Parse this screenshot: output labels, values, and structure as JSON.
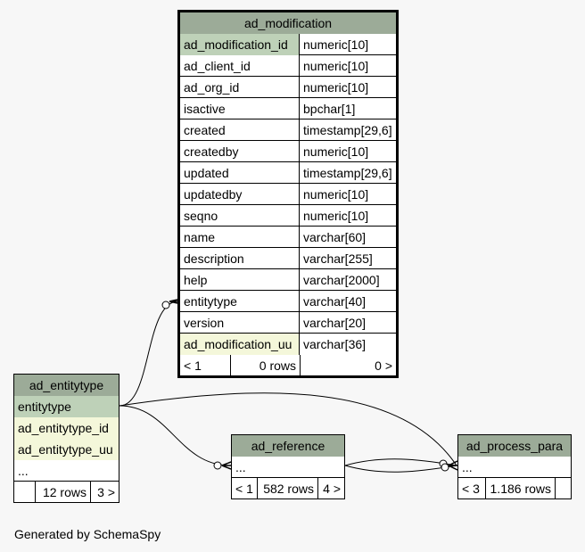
{
  "footer_text": "Generated by SchemaSpy",
  "ad_modification": {
    "title": "ad_modification",
    "columns": [
      {
        "name": "ad_modification_id",
        "type": "numeric[10]"
      },
      {
        "name": "ad_client_id",
        "type": "numeric[10]"
      },
      {
        "name": "ad_org_id",
        "type": "numeric[10]"
      },
      {
        "name": "isactive",
        "type": "bpchar[1]"
      },
      {
        "name": "created",
        "type": "timestamp[29,6]"
      },
      {
        "name": "createdby",
        "type": "numeric[10]"
      },
      {
        "name": "updated",
        "type": "timestamp[29,6]"
      },
      {
        "name": "updatedby",
        "type": "numeric[10]"
      },
      {
        "name": "seqno",
        "type": "numeric[10]"
      },
      {
        "name": "name",
        "type": "varchar[60]"
      },
      {
        "name": "description",
        "type": "varchar[255]"
      },
      {
        "name": "help",
        "type": "varchar[2000]"
      },
      {
        "name": "entitytype",
        "type": "varchar[40]"
      },
      {
        "name": "version",
        "type": "varchar[20]"
      },
      {
        "name": "ad_modification_uu",
        "type": "varchar[36]"
      }
    ],
    "footer": {
      "parents": "< 1",
      "rows": "0 rows",
      "children": "0 >"
    }
  },
  "ad_entitytype": {
    "title": "ad_entitytype",
    "columns": [
      "entitytype",
      "ad_entitytype_id",
      "ad_entitytype_uu",
      "..."
    ],
    "footer": {
      "parents": "",
      "rows": "12 rows",
      "children": "3 >"
    }
  },
  "ad_reference": {
    "title": "ad_reference",
    "columns": [
      "..."
    ],
    "footer": {
      "parents": "< 1",
      "rows": "582 rows",
      "children": "4 >"
    }
  },
  "ad_process_para": {
    "title": "ad_process_para",
    "columns": [
      "..."
    ],
    "footer": {
      "parents": "< 3",
      "rows": "1.186 rows",
      "children": ""
    }
  },
  "colors": {
    "header": "#9cab98",
    "primary_key": "#bed1b8",
    "indexed": "#f4f7da",
    "background": "#f7f7f7"
  }
}
